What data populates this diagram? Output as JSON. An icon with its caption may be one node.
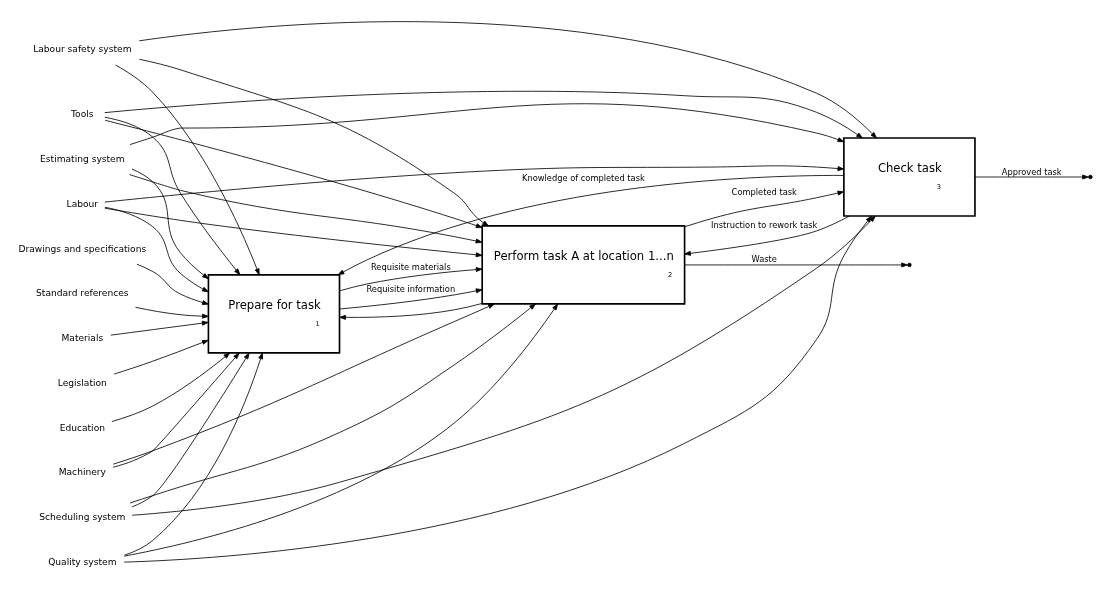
{
  "diagram": {
    "nodes": [
      {
        "text": [
          "Scheduling system"
        ]
      },
      {
        "text": [
          "Quality system"
        ]
      },
      {
        "text": [
          "Labour safety system"
        ]
      },
      {
        "text": [
          "Estimating system"
        ]
      },
      {
        "text": [
          "Drawings and specifications"
        ]
      },
      {
        "text": [
          "Standard references"
        ]
      },
      {
        "text": [
          "Materials"
        ]
      },
      {
        "text": [
          "Legislation"
        ]
      },
      {
        "text": [
          "Education"
        ]
      },
      {
        "text": [
          "Labour"
        ]
      },
      {
        "text": [
          "Prepare for task",
          "1"
        ]
      },
      {
        "text": [
          "Perform task A at location 1...n",
          "2"
        ]
      },
      {
        "text": [
          "Check task",
          "3"
        ]
      },
      {
        "text": [
          "Machinery"
        ]
      },
      {
        "text": [
          "Tools"
        ]
      }
    ],
    "edges": [
      {
        "from": 0,
        "to": 10,
        "arrow": "to"
      },
      {
        "from": 1,
        "to": 10,
        "arrow": "to"
      },
      {
        "from": 2,
        "to": 10,
        "arrow": "to"
      },
      {
        "from": 3,
        "to": 10,
        "arrow": "to"
      },
      {
        "from": 0,
        "to": 11,
        "arrow": "to"
      },
      {
        "from": 1,
        "to": 11,
        "arrow": "to"
      },
      {
        "from": 2,
        "to": 11,
        "arrow": "to"
      },
      {
        "from": 3,
        "to": 11,
        "arrow": "to"
      },
      {
        "from": 0,
        "to": 12,
        "arrow": "to"
      },
      {
        "from": 1,
        "to": 12,
        "arrow": "to"
      },
      {
        "from": 2,
        "to": 12,
        "arrow": "to"
      },
      {
        "from": 3,
        "to": 12,
        "arrow": "to"
      },
      {
        "from": 4,
        "to": 10,
        "arrow": "to"
      },
      {
        "from": 5,
        "to": 10,
        "arrow": "to"
      },
      {
        "from": 6,
        "to": 10,
        "arrow": "to"
      },
      {
        "from": 7,
        "to": 10,
        "arrow": "to"
      },
      {
        "from": 8,
        "to": 10,
        "arrow": "to"
      },
      {
        "from": 9,
        "to": 10,
        "arrow": "to"
      },
      {
        "from": 9,
        "to": 11,
        "arrow": "to"
      },
      {
        "from": 9,
        "to": 12,
        "arrow": "to"
      },
      {
        "from": 10,
        "to": 11,
        "arrow": "to",
        "label": "Requisite materials"
      },
      {
        "from": 10,
        "to": 11,
        "arrow": "to",
        "label": "Requisite information"
      },
      {
        "from": 11,
        "to": null,
        "arrow": "to",
        "label": "Waste"
      },
      {
        "from": 11,
        "to": 12,
        "arrow": "to",
        "label": "Completed task"
      },
      {
        "from": 11,
        "to": 10,
        "arrow": "to"
      },
      {
        "from": 12,
        "to": null,
        "arrow": "to",
        "label": "Approved task"
      },
      {
        "from": 12,
        "to": 11,
        "arrow": "to",
        "label": "Instruction to rework task"
      },
      {
        "from": 12,
        "to": 10,
        "arrow": "to",
        "label": "Knowledge of completed task"
      },
      {
        "from": 13,
        "to": 10,
        "arrow": "to"
      },
      {
        "from": 13,
        "to": 11,
        "arrow": "to"
      },
      {
        "from": 14,
        "to": 10,
        "arrow": "to"
      },
      {
        "from": 14,
        "to": 11,
        "arrow": "to"
      },
      {
        "from": 14,
        "to": 12,
        "arrow": "to"
      }
    ]
  }
}
